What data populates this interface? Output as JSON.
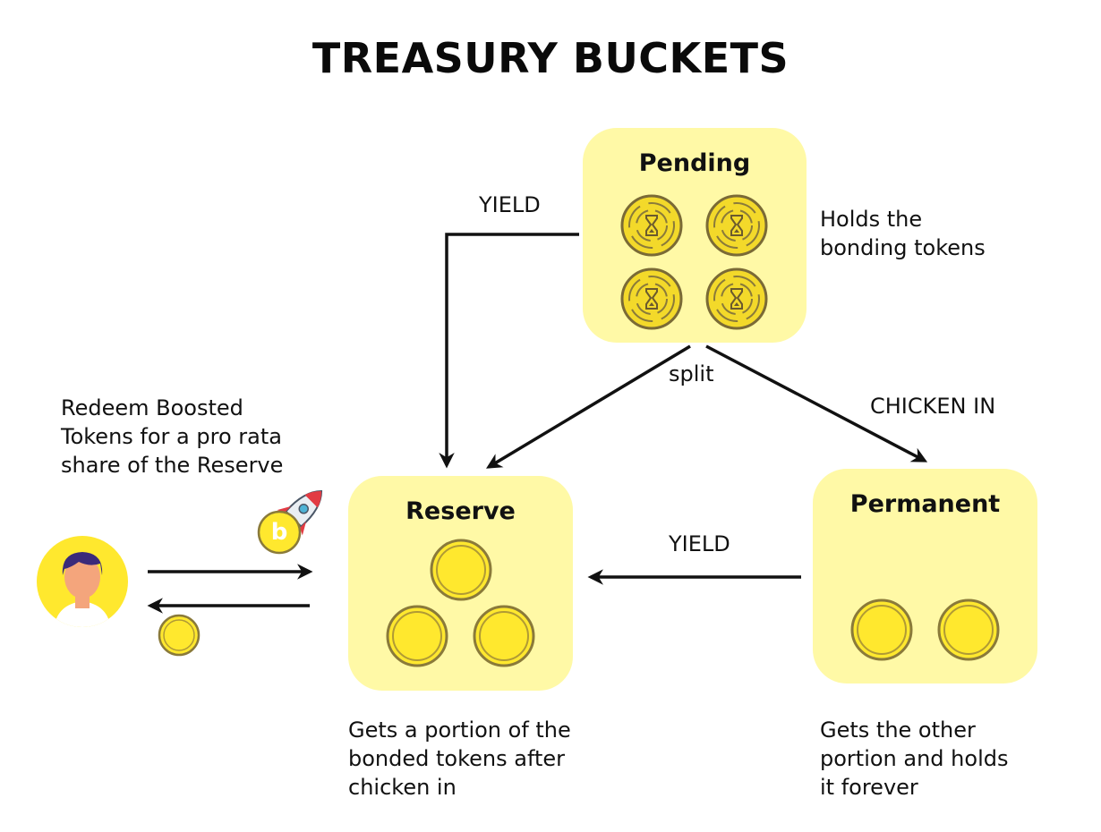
{
  "title": "TREASURY BUCKETS",
  "buckets": {
    "pending": {
      "label": "Pending"
    },
    "reserve": {
      "label": "Reserve"
    },
    "permanent": {
      "label": "Permanent"
    }
  },
  "edges": {
    "pending_to_reserve": {
      "label": "YIELD"
    },
    "split": {
      "label": "split"
    },
    "chicken_in": {
      "label": "CHICKEN IN"
    },
    "permanent_to_reserve": {
      "label": "YIELD"
    }
  },
  "notes": {
    "pending": [
      "Holds the",
      "bonding tokens"
    ],
    "reserve": [
      "Gets a portion of the",
      "bonded tokens after",
      "chicken in"
    ],
    "permanent": [
      "Gets the other",
      "portion and holds",
      "it forever"
    ],
    "redeem": [
      "Redeem Boosted",
      "Tokens for a pro rata",
      "share of the Reserve"
    ]
  },
  "boosted_token": {
    "letter": "b"
  },
  "colors": {
    "bucket": "#fff9a6",
    "coin_fill": "#ffe82e",
    "coin_rim": "#8a7a3a",
    "pending_coin": "#f3d92a",
    "avatar_bg": "#ffe82e",
    "arrow": "#111111"
  },
  "icons": {
    "pending_coin": "hourglass-coin-icon",
    "coin": "coin-icon",
    "user": "user-avatar-icon",
    "rocket": "rocket-icon"
  }
}
